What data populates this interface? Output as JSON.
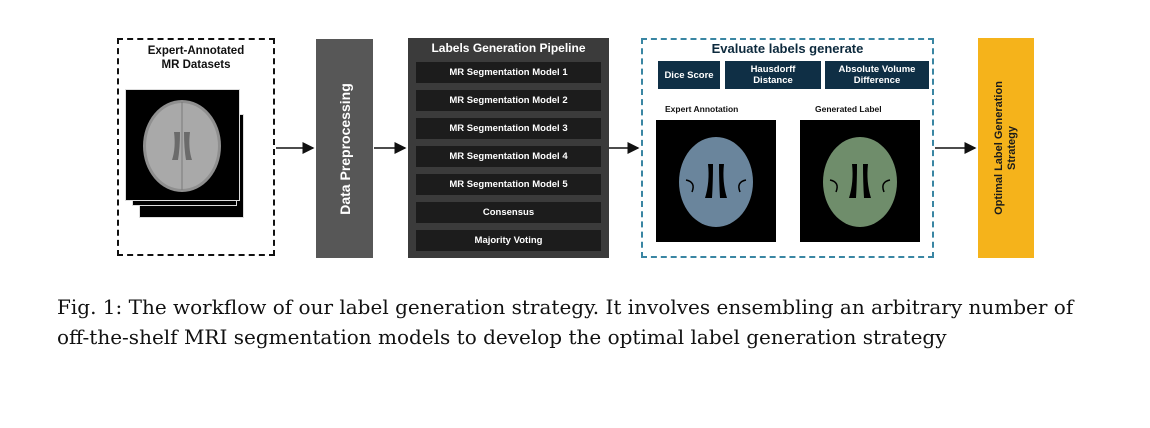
{
  "datasets": {
    "title_line1": "Expert-Annotated",
    "title_line2": "MR Datasets"
  },
  "preprocessing": {
    "label": "Data Preprocessing"
  },
  "pipeline": {
    "title": "Labels Generation Pipeline",
    "items": [
      "MR Segmentation Model 1",
      "MR Segmentation Model 2",
      "MR Segmentation Model 3",
      "MR Segmentation Model 4",
      "MR Segmentation Model 5",
      "Consensus",
      "Majority Voting"
    ]
  },
  "evaluate": {
    "title": "Evaluate labels generate",
    "metrics": {
      "dice": "Dice Score",
      "hausdorff_1": "Hausdorff",
      "hausdorff_2": "Distance",
      "volume_1": "Absolute Volume",
      "volume_2": "Difference"
    },
    "expert_label": "Expert Annotation",
    "generated_label": "Generated Label"
  },
  "optimal": {
    "line1": "Optimal Label Generation",
    "line2": "Strategy"
  },
  "colors": {
    "preproc": "#575757",
    "pipeline": "#3b3b3b",
    "metric": "#0f2f45",
    "eval_border": "#3a86a3",
    "optimal": "#f5b31b",
    "expert_brain": "#6a859c",
    "generated_brain": "#6f8d6b"
  },
  "caption": "Fig. 1: The workflow of our label generation strategy. It involves ensembling an arbitrary number of off-the-shelf MRI segmentation models to develop the optimal label generation strategy"
}
